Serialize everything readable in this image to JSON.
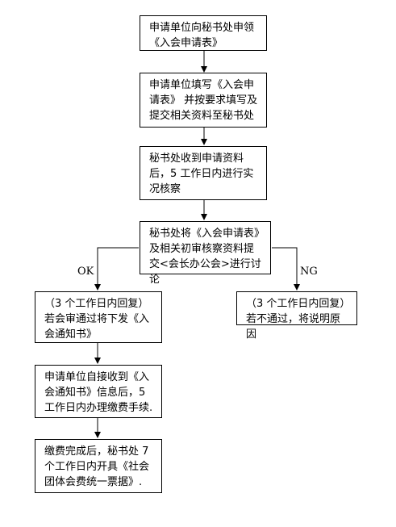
{
  "boxes": {
    "b1": "申请单位向秘书处申领《入会申请表》",
    "b2": "申请单位填写《入会申请表》 并按要求填写及提交相关资料至秘书处",
    "b3": "秘书处收到申请资料后，5 工作日内进行实况核察",
    "b4": "秘书处将《入会申请表》及相关初审核察资料提交<会长办公会>进行讨论",
    "b5": "（3 个工作日内回复）若会审通过将下发《入会通知书》",
    "b6": "（3 个工作日内回复）若不通过，将说明原因",
    "b7": "申请单位自接收到《入会通知书》信息后，5 工作日内办理缴费手续.",
    "b8": "缴费完成后，秘书处 7 个工作日内开具《社会团体会费统一票据》."
  },
  "labels": {
    "ok": "OK",
    "ng": "NG"
  }
}
